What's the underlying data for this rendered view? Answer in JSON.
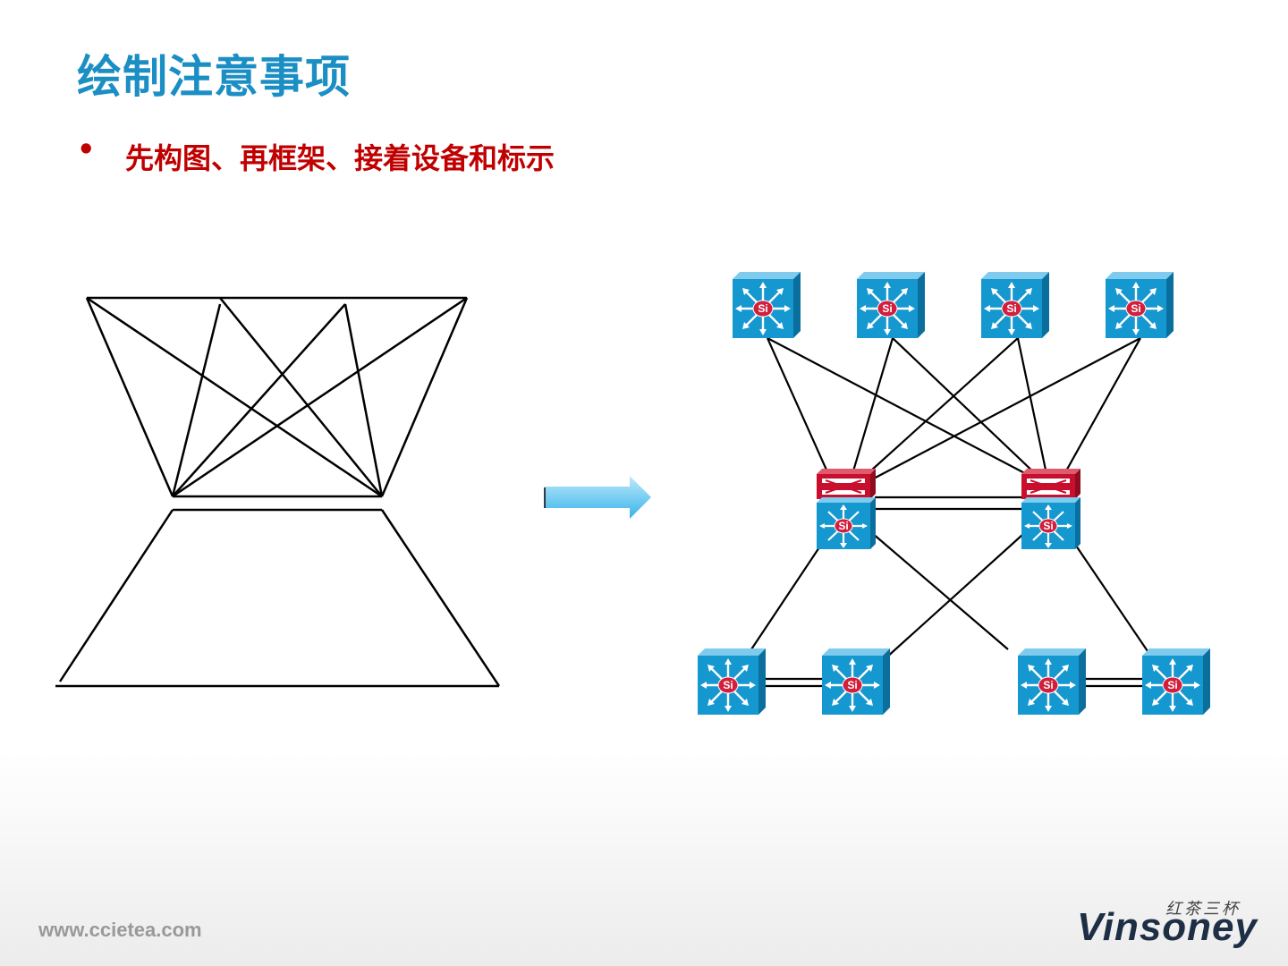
{
  "slide": {
    "title": "绘制注意事项",
    "bullet": "先构图、再框架、接着设备和标示",
    "footer_url": "www.ccietea.com",
    "logo_cn": "红茶三杯",
    "logo_en": "Vinsoney"
  },
  "diagram": {
    "device_badge": "Si",
    "colors": {
      "title": "#1b8fc4",
      "bullet": "#c00000",
      "switch_face": "#1597d0",
      "switch_side": "#0b6f9e",
      "router_red": "#c8102e",
      "arrow": "#5fc6f0"
    }
  }
}
